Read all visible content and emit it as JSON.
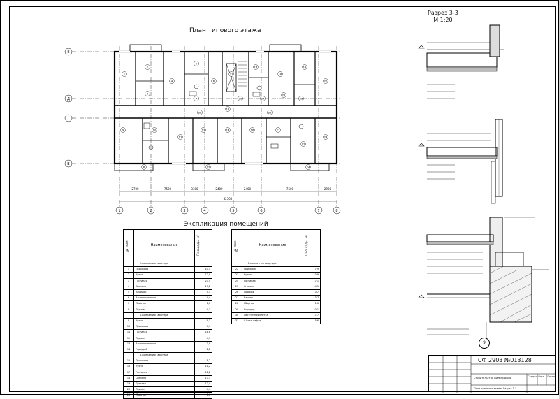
{
  "plan": {
    "title": "План типового этажа",
    "row_axes": [
      "Е",
      "Д",
      "Г",
      "В"
    ],
    "col_axes": [
      "1",
      "2",
      "3",
      "4",
      "5",
      "6",
      "7",
      "8"
    ],
    "overall_dim": "32700",
    "axis_dims": [
      "2700",
      "7500",
      "3300",
      "2400",
      "2400",
      "7500",
      "2900"
    ],
    "room_labels": [
      "1",
      "2",
      "3",
      "4",
      "5",
      "6",
      "7",
      "8",
      "9",
      "10",
      "11",
      "12",
      "13",
      "14",
      "15",
      "16",
      "17",
      "18",
      "19",
      "20",
      "21",
      "22",
      "23",
      "24",
      "25",
      "26",
      "27",
      "28",
      "29",
      "30",
      "31"
    ]
  },
  "spec_title": "Экспликация помещений",
  "spec_headers": {
    "num": "№ пом.",
    "name": "Наименование",
    "area": "Площадь, м²"
  },
  "spec_left": [
    {
      "n": "",
      "name": "2-комнатная квартира",
      "a": "",
      "g": true
    },
    {
      "n": "1",
      "name": "Прихожая",
      "a": "10,1"
    },
    {
      "n": "2",
      "name": "Кухня",
      "a": "12,0"
    },
    {
      "n": "3",
      "name": "Гостиная",
      "a": "23,4"
    },
    {
      "n": "4",
      "name": "Спальня",
      "a": "17,2"
    },
    {
      "n": "5",
      "name": "Коридор",
      "a": "5,1"
    },
    {
      "n": "6",
      "name": "Ванная комната",
      "a": "4,4"
    },
    {
      "n": "7",
      "name": "Уборная",
      "a": "1,6"
    },
    {
      "n": "8",
      "name": "Лоджия",
      "a": "4,3"
    },
    {
      "n": "",
      "name": "1-комнатная квартира",
      "a": "",
      "g": true
    },
    {
      "n": "9",
      "name": "Кухня",
      "a": "9,3"
    },
    {
      "n": "10",
      "name": "Прихожая",
      "a": "7,9"
    },
    {
      "n": "11",
      "name": "Гостиная",
      "a": "18,6"
    },
    {
      "n": "12",
      "name": "Лоджия",
      "a": "4,3"
    },
    {
      "n": "13",
      "name": "Ванная комната",
      "a": "3,9"
    },
    {
      "n": "14",
      "name": "Гардероб",
      "a": "2,2"
    },
    {
      "n": "",
      "name": "3-комнатная квартира",
      "a": "",
      "g": true
    },
    {
      "n": "15",
      "name": "Прихожая",
      "a": "8,2"
    },
    {
      "n": "16",
      "name": "Кухня",
      "a": "11,2"
    },
    {
      "n": "17",
      "name": "Гостиная",
      "a": "21,2"
    },
    {
      "n": "18",
      "name": "Спальня",
      "a": "13,3"
    },
    {
      "n": "19",
      "name": "Детская",
      "a": "12,4"
    },
    {
      "n": "20",
      "name": "Лоджия",
      "a": "4,4"
    },
    {
      "n": "21",
      "name": "Уборная",
      "a": "1,6"
    }
  ],
  "spec_right": [
    {
      "n": "",
      "name": "2-комнатная квартира",
      "a": "",
      "g": true
    },
    {
      "n": "22",
      "name": "Прихожая",
      "a": "7,9"
    },
    {
      "n": "23",
      "name": "Кухня",
      "a": "10,9"
    },
    {
      "n": "24",
      "name": "Гостиная",
      "a": "17,1"
    },
    {
      "n": "25",
      "name": "Спальня",
      "a": "14,5"
    },
    {
      "n": "26",
      "name": "Лоджия",
      "a": "3,7"
    },
    {
      "n": "27",
      "name": "Ванная",
      "a": "3,7"
    },
    {
      "n": "28",
      "name": "Уборная",
      "a": "1,6"
    },
    {
      "n": "29",
      "name": "Коридор",
      "a": "10,1"
    },
    {
      "n": "30",
      "name": "Лестничная клетка",
      "a": "17,7"
    },
    {
      "n": "31",
      "name": "Шахта лифта",
      "a": "5,6"
    }
  ],
  "section": {
    "title": "Разрез 3-3",
    "scale": "М 1:20",
    "number": "9"
  },
  "stamp": {
    "code": "СФ 2903 №013128",
    "lines": [
      "Строительство жилого дома",
      "План типового этажа. Разрез 3-3"
    ],
    "cols": [
      "Стадия",
      "Лист",
      "Листов"
    ]
  }
}
